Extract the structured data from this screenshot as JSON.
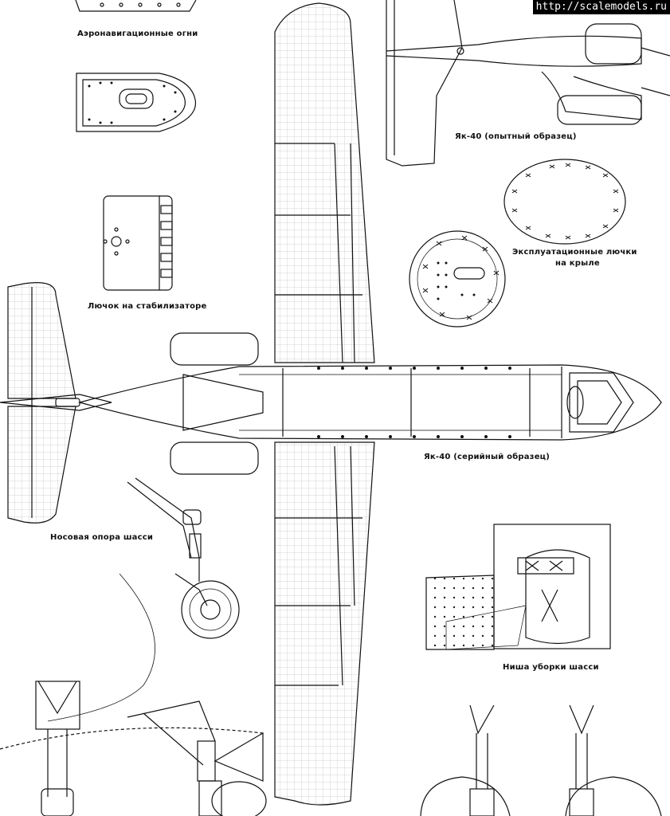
{
  "watermark": "http://scalemodels.ru",
  "labels": {
    "nav_lights": "Аэронавигационные огни",
    "prototype": "Як-40 (опытный образец)",
    "service_hatches": "Эксплуатационные лючки",
    "service_hatches_2": "на крыле",
    "stabilizer_hatch": "Лючок на стабилизаторе",
    "production": "Як-40 (серийный образец)",
    "nose_gear": "Носовая опора шасси",
    "gear_bay": "Ниша уборки шасси"
  }
}
